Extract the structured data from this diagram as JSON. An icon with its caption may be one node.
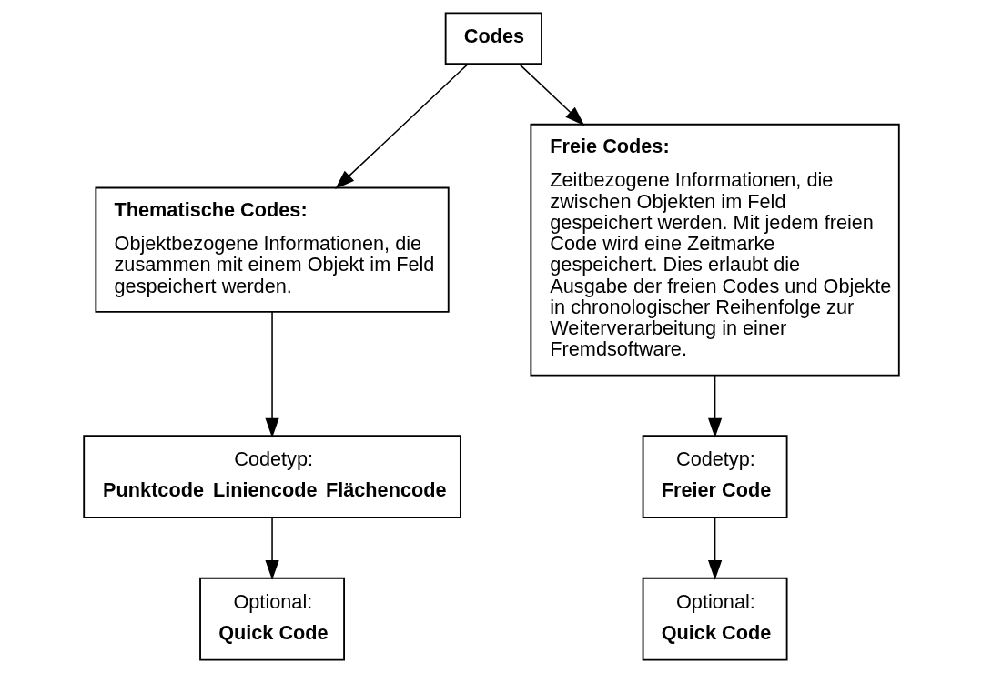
{
  "diagram": {
    "nodes": [
      {
        "text": [
          "Codes"
        ]
      },
      {
        "text": [
          "Thematische Codes:",
          "Objektbezogene Informationen, die zusammen mit einem Objekt im Feld gespeichert werden."
        ]
      },
      {
        "text": [
          "Freie Codes:",
          "Zeitbezogene Informationen, die zwischen Objekten im Feld gespeichert werden. Mit jedem freien Code wird eine Zeitmarke gespeichert. Dies erlaubt die Ausgabe der freien Codes und Objekte in chronologischer Reihenfolge zur Weiterverarbeitung in einer Fremdsoftware."
        ]
      },
      {
        "text": [
          "Codetyp:",
          "Punktcode",
          "Liniencode",
          "Flächencode"
        ]
      },
      {
        "text": [
          "Codetyp:",
          "Freier Code"
        ]
      },
      {
        "text": [
          "Optional:",
          "Quick Code"
        ]
      },
      {
        "text": [
          "Optional:",
          "Quick Code"
        ]
      }
    ],
    "edges": [
      {
        "from": 0,
        "to": 1,
        "arrow": "to"
      },
      {
        "from": 0,
        "to": 2,
        "arrow": "to"
      },
      {
        "from": 1,
        "to": 3,
        "arrow": "to"
      },
      {
        "from": 2,
        "to": 4,
        "arrow": "to"
      },
      {
        "from": 3,
        "to": 5,
        "arrow": "to"
      },
      {
        "from": 4,
        "to": 6,
        "arrow": "to"
      }
    ]
  }
}
